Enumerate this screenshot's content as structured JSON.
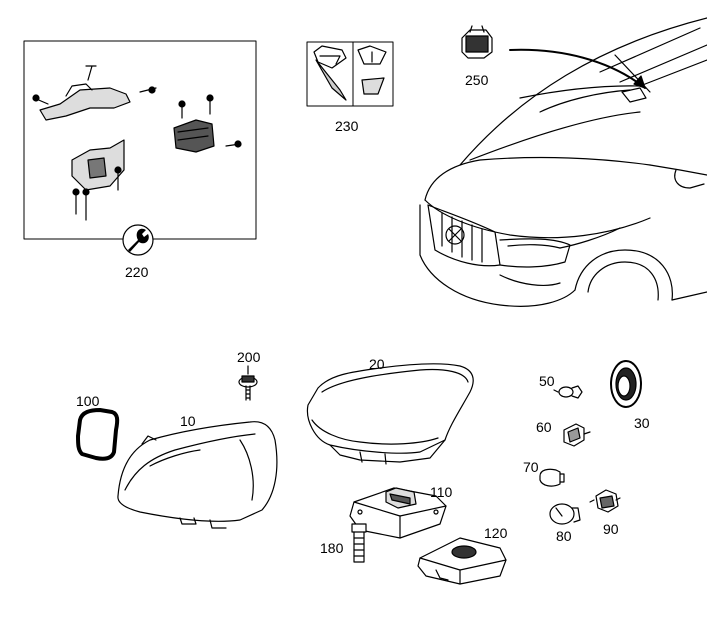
{
  "diagram": {
    "callouts": [
      {
        "id": "220",
        "label": "220"
      },
      {
        "id": "230",
        "label": "230"
      },
      {
        "id": "250",
        "label": "250"
      },
      {
        "id": "200",
        "label": "200"
      },
      {
        "id": "20",
        "label": "20"
      },
      {
        "id": "100",
        "label": "100"
      },
      {
        "id": "10",
        "label": "10"
      },
      {
        "id": "50",
        "label": "50"
      },
      {
        "id": "60",
        "label": "60"
      },
      {
        "id": "70",
        "label": "70"
      },
      {
        "id": "30",
        "label": "30"
      },
      {
        "id": "110",
        "label": "110"
      },
      {
        "id": "120",
        "label": "120"
      },
      {
        "id": "180",
        "label": "180"
      },
      {
        "id": "80",
        "label": "80"
      },
      {
        "id": "90",
        "label": "90"
      }
    ]
  }
}
